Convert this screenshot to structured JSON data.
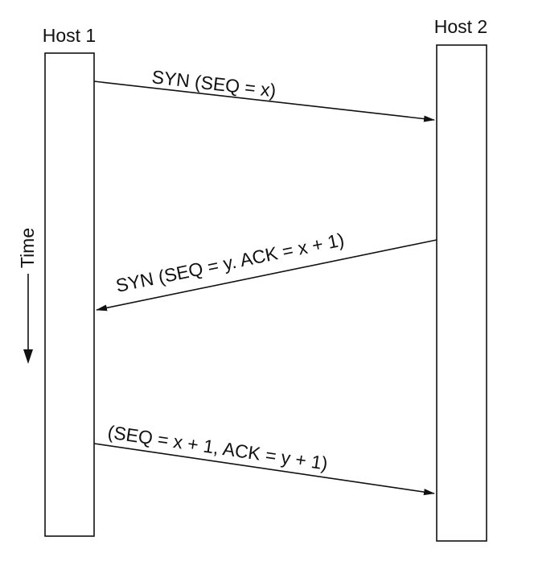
{
  "hosts": [
    {
      "label": "Host 1"
    },
    {
      "label": "Host 2"
    }
  ],
  "time_axis": {
    "label": "Time"
  },
  "messages": [
    {
      "label": "SYN (SEQ = x)",
      "from": "Host 1",
      "to": "Host 2"
    },
    {
      "label": "SYN (SEQ = y. ACK = x + 1)",
      "from": "Host 2",
      "to": "Host 1"
    },
    {
      "label": "(SEQ = x + 1, ACK = y + 1)",
      "from": "Host 1",
      "to": "Host 2"
    }
  ]
}
